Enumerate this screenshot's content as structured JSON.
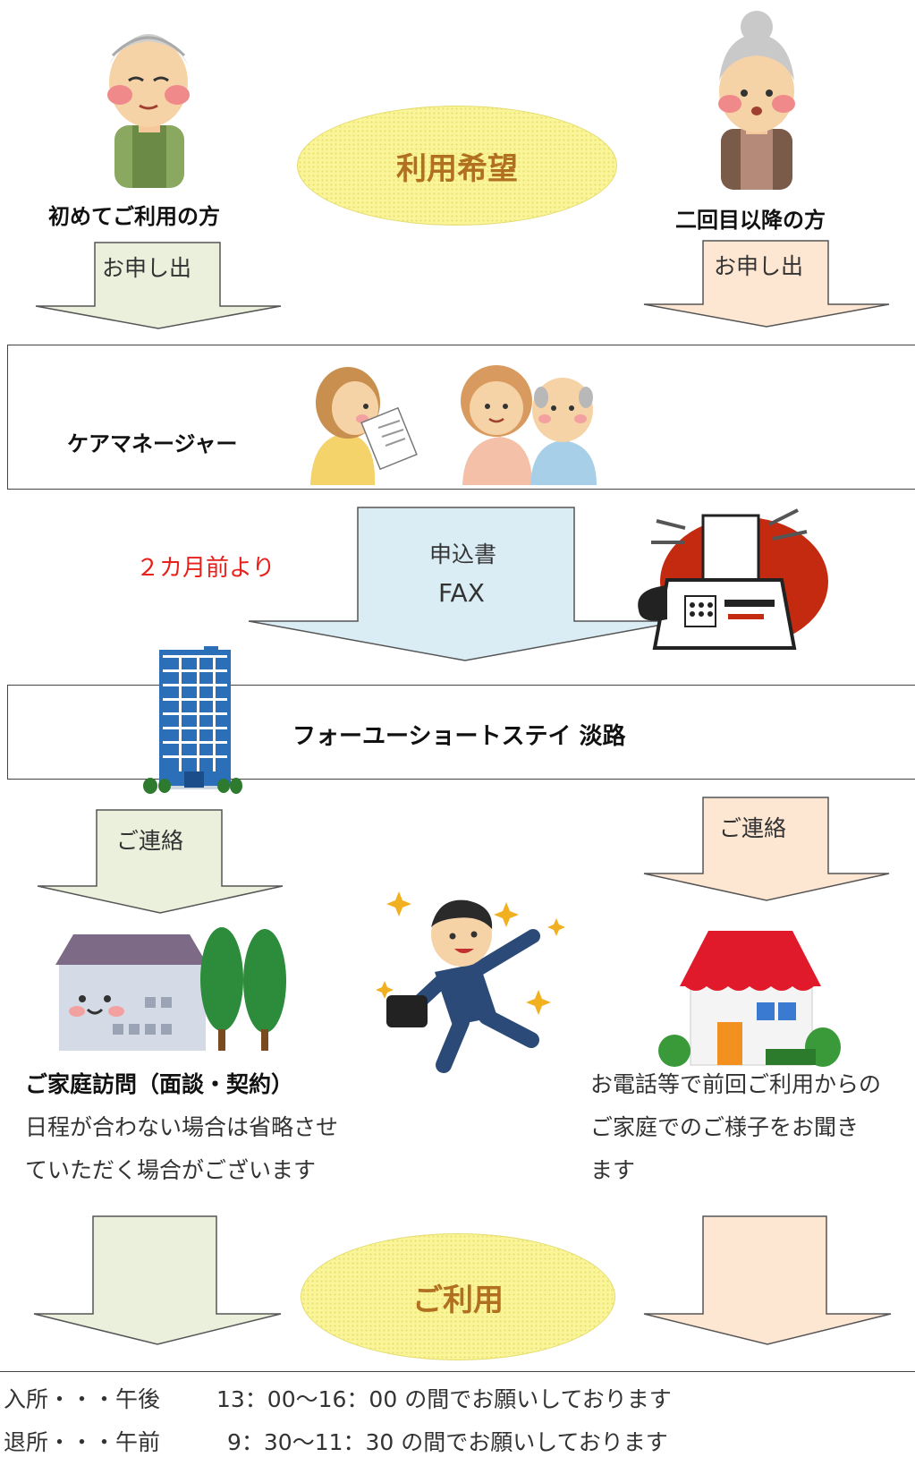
{
  "top": {
    "title": "利用希望",
    "left_caption": "初めてご利用の方",
    "right_caption": "二回目以降の方",
    "left_arrow_label": "お申し出",
    "right_arrow_label": "お申し出"
  },
  "care_manager": {
    "label": "ケアマネージャー"
  },
  "application": {
    "note": "２カ月前より",
    "arrow_line1": "申込書",
    "arrow_line2": "FAX"
  },
  "facility": {
    "name": "フォーユーショートステイ 淡路"
  },
  "contact": {
    "left_arrow_label": "ご連絡",
    "right_arrow_label": "ご連絡"
  },
  "visit": {
    "heading": "ご家庭訪問（面談・契約）",
    "line1": "日程が合わない場合は省略させ",
    "line2": "ていただく場合がございます"
  },
  "phone": {
    "line1": "お電話等で前回ご利用からの",
    "line2": "ご家庭でのご様子をお聞き",
    "line3": "ます"
  },
  "usage": {
    "title": "ご利用"
  },
  "schedule": {
    "checkin_label": "入所・・・午後",
    "checkin_time": "13：00～16：00 の間でお願いしております",
    "checkout_label": "退所・・・午前",
    "checkout_time": "9：30～11：30 の間でお願いしております"
  },
  "colors": {
    "ellipse": "#fbf59a",
    "ellipse_text": "#b07020",
    "arrow_green": "#eaf0dc",
    "arrow_peach": "#fde6d2",
    "arrow_blue": "#daedf5",
    "note_red": "#e8201c"
  }
}
